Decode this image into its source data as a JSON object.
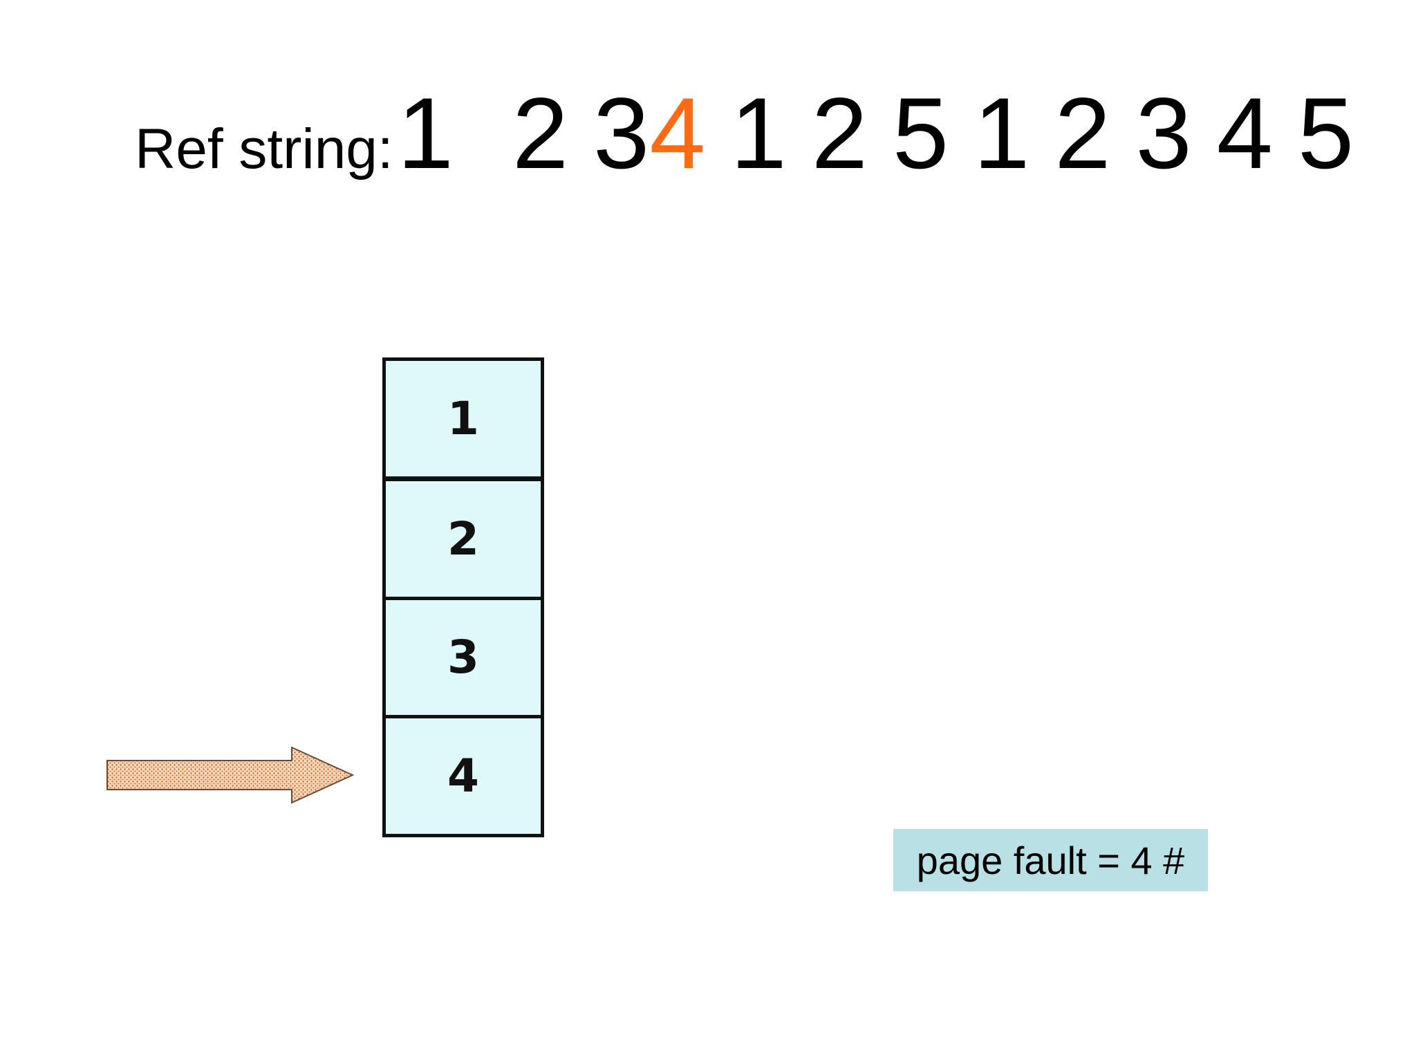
{
  "ref_string": {
    "label": "Ref string:",
    "sequence": [
      "1",
      "2",
      "3",
      "4",
      "1",
      "2",
      "5",
      "1",
      "2",
      "3",
      "4",
      "5"
    ],
    "current_index": 3,
    "highlight_color": "#ff6a13"
  },
  "frames": {
    "items": [
      "1",
      "2",
      "3",
      "4"
    ],
    "fill_color": "#dff9fb",
    "pointer_index": 3
  },
  "pointer": {
    "icon": "right-arrow-icon",
    "color": "#f4a460"
  },
  "status": {
    "page_fault_label": "page fault = 4 #",
    "box_color": "#b9e0e4"
  }
}
